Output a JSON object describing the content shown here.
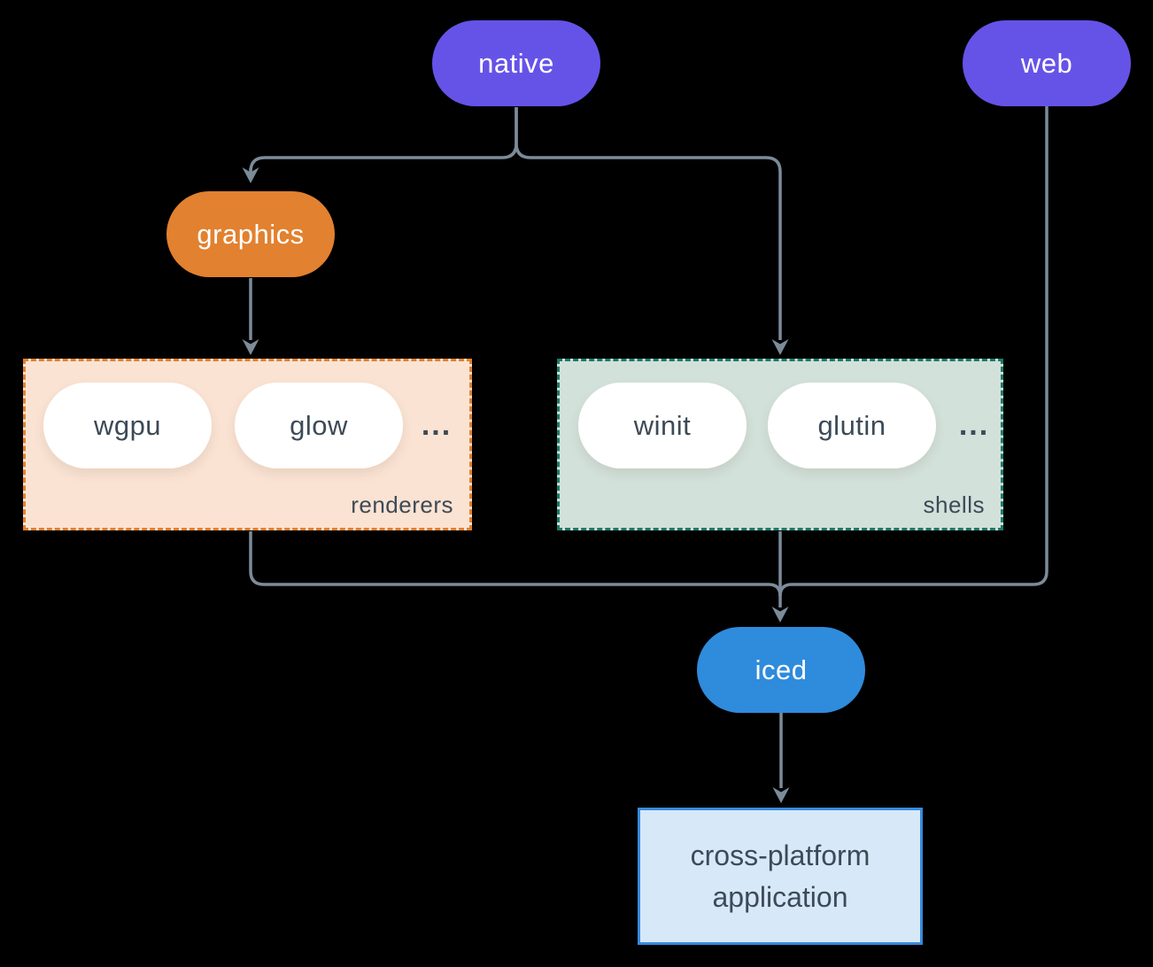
{
  "nodes": {
    "native": {
      "label": "native"
    },
    "web": {
      "label": "web"
    },
    "graphics": {
      "label": "graphics"
    },
    "iced": {
      "label": "iced"
    },
    "application": {
      "line1": "cross-platform",
      "line2": "application"
    }
  },
  "groups": {
    "renderers": {
      "label": "renderers",
      "ellipsis": "...",
      "items": [
        "wgpu",
        "glow"
      ]
    },
    "shells": {
      "label": "shells",
      "ellipsis": "...",
      "items": [
        "winit",
        "glutin"
      ]
    }
  },
  "colors": {
    "background": "#000000",
    "native_web_fill": "#6553e8",
    "graphics_fill": "#e2812f",
    "iced_fill": "#2f8bdc",
    "renderers_fill": "#fae3d3",
    "renderers_border": "#e2812f",
    "shells_fill": "#d2e1da",
    "shells_border": "#1e7a6a",
    "app_fill": "#d7e8f8",
    "app_border": "#368adb",
    "connector": "#7c8b9a",
    "dark_text": "#3d4a57",
    "pill_text": "#ffffff"
  }
}
